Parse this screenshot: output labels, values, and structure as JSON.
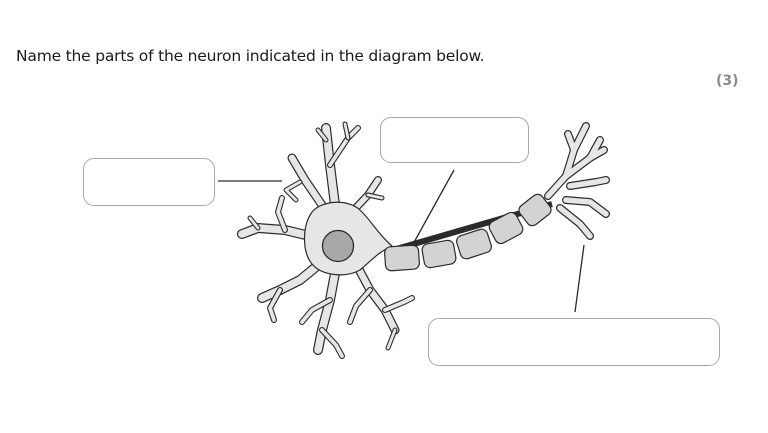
{
  "question": {
    "text": "Name the parts of the neuron indicated in the diagram below.",
    "marks": "(3)"
  },
  "answer_boxes": [
    {
      "id": "left",
      "value": ""
    },
    {
      "id": "top",
      "value": ""
    },
    {
      "id": "bottom",
      "value": ""
    }
  ],
  "colors": {
    "cell_fill": "#e6e6e6",
    "outline": "#2b2b2b",
    "nucleus": "#a8a8a8",
    "myelin": "#d3d3d3",
    "box_border": "#a9a9a9"
  }
}
